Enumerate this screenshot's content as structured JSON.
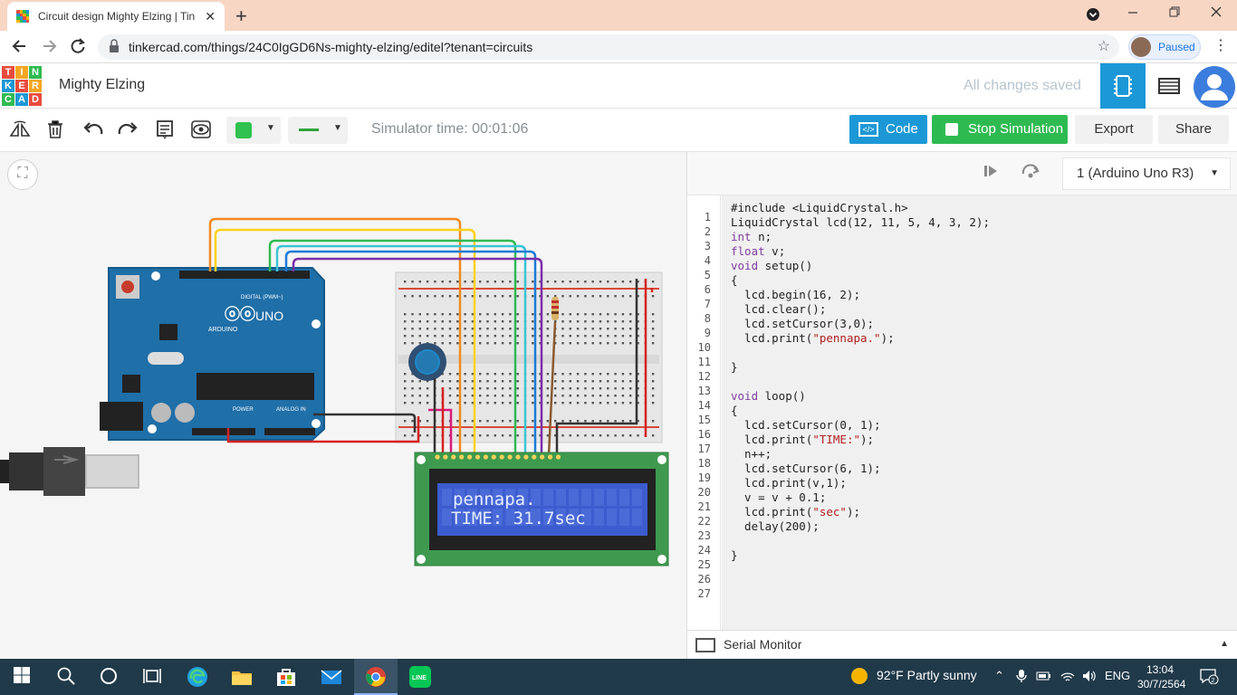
{
  "browser": {
    "tab_title": "Circuit design Mighty Elzing | Tin",
    "tab_close": "✕",
    "new_tab": "+",
    "url": "tinkercad.com/things/24C0IgGD6Ns-mighty-elzing/editel?tenant=circuits",
    "profile_label": "Paused"
  },
  "header": {
    "logo_letters": [
      "T",
      "I",
      "N",
      "K",
      "E",
      "R",
      "C",
      "A",
      "D"
    ],
    "project_name": "Mighty Elzing",
    "save_status": "All changes saved"
  },
  "toolbar": {
    "sim_time": "Simulator time: 00:01:06",
    "code_label": "Code",
    "stop_label": "Stop Simulation",
    "export_label": "Export",
    "share_label": "Share",
    "shape_color": "#2fc24e"
  },
  "circuit": {
    "arduino_label": "UNO",
    "arduino_brand": "ARDUINO",
    "digital_label": "DIGITAL (PWM~)",
    "power_label": "POWER",
    "analog_label": "ANALOG IN",
    "lcd_line1": "pennapa.",
    "lcd_line2": "TIME: 31.7sec"
  },
  "code_panel": {
    "device": "1 (Arduino Uno R3)",
    "serial_monitor": "Serial Monitor",
    "line_numbers": [
      "1",
      "2",
      "3",
      "4",
      "5",
      "6",
      "7",
      "8",
      "9",
      "10",
      "11",
      "12",
      "13",
      "14",
      "15",
      "16",
      "17",
      "18",
      "19",
      "20",
      "21",
      "22",
      "23",
      "24",
      "25",
      "26",
      "27"
    ],
    "lines": [
      "#include <LiquidCrystal.h>",
      "LiquidCrystal lcd(12, 11, 5, 4, 3, 2);",
      "int n;",
      "float v;",
      "void setup()",
      "{",
      "  lcd.begin(16, 2);",
      "  lcd.clear();",
      "  lcd.setCursor(3,0);",
      "  lcd.print(\"pennapa.\");",
      "",
      "}",
      "",
      "void loop()",
      "{",
      "  lcd.setCursor(0, 1);",
      "  lcd.print(\"TIME:\");",
      "  n++;",
      "  lcd.setCursor(6, 1);",
      "  lcd.print(v,1);",
      "  v = v + 0.1;",
      "  lcd.print(\"sec\");",
      "  delay(200);",
      "",
      "}",
      "",
      ""
    ]
  },
  "taskbar": {
    "weather": "92°F  Partly sunny",
    "language": "ENG",
    "time": "13:04",
    "date": "30/7/2564",
    "notifications": "2"
  }
}
